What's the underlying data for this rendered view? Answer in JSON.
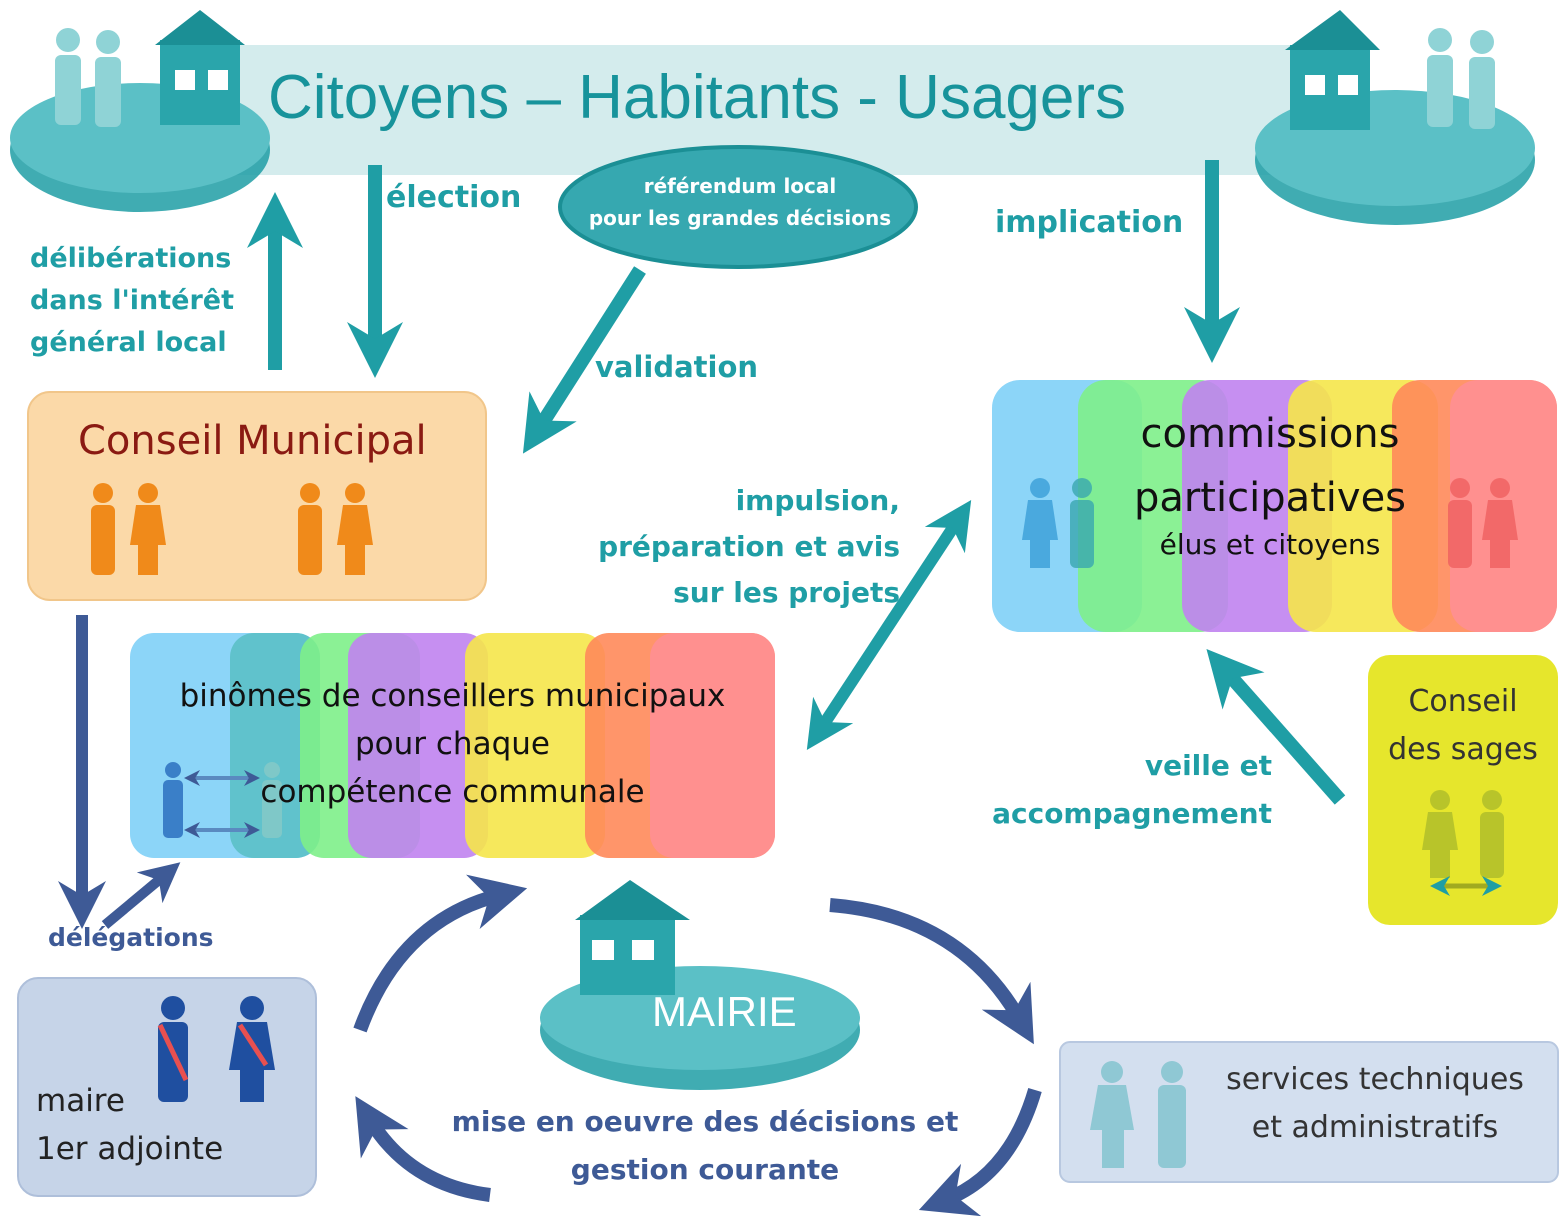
{
  "title": "Citoyens – Habitants - Usagers",
  "referendum": {
    "line1": "référendum local",
    "line2": "pour les grandes décisions"
  },
  "labels": {
    "election": "élection",
    "implication": "implication",
    "deliberations": [
      "délibérations",
      "dans l'intérêt",
      "général local"
    ],
    "validation": "validation",
    "impulsion": [
      "impulsion,",
      "préparation et avis",
      "sur les projets"
    ],
    "veille": [
      "veille et",
      "accompagnement"
    ],
    "delegations": "délégations",
    "mise_en_oeuvre": [
      "mise en oeuvre des décisions et",
      "gestion courante"
    ]
  },
  "conseil_municipal": {
    "title": "Conseil Municipal"
  },
  "commissions": {
    "line1": "commissions",
    "line2": "participatives",
    "line3": "élus  et citoyens"
  },
  "binomes": {
    "line1": "binômes de conseillers municipaux",
    "line2": "pour chaque",
    "line3": "compétence communale"
  },
  "sages": {
    "line1": "Conseil",
    "line2": "des sages"
  },
  "mairie": {
    "label": "MAIRIE"
  },
  "maire_box": {
    "line1": "maire",
    "line2": "1er adjointe"
  },
  "services": {
    "line1": "services techniques",
    "line2": "et administratifs"
  },
  "colors": {
    "teal": "#1f9ea5",
    "navy": "#3e5a96",
    "conseil_bg": "#fbd9a8",
    "sages_bg": "#e6e62c",
    "maire_bg": "#c6d4e8",
    "rainbow": [
      "#7fd0f7",
      "#7ef08a",
      "#c083f0",
      "#f5e64a",
      "#ff8a5a",
      "#ff8f93"
    ]
  }
}
